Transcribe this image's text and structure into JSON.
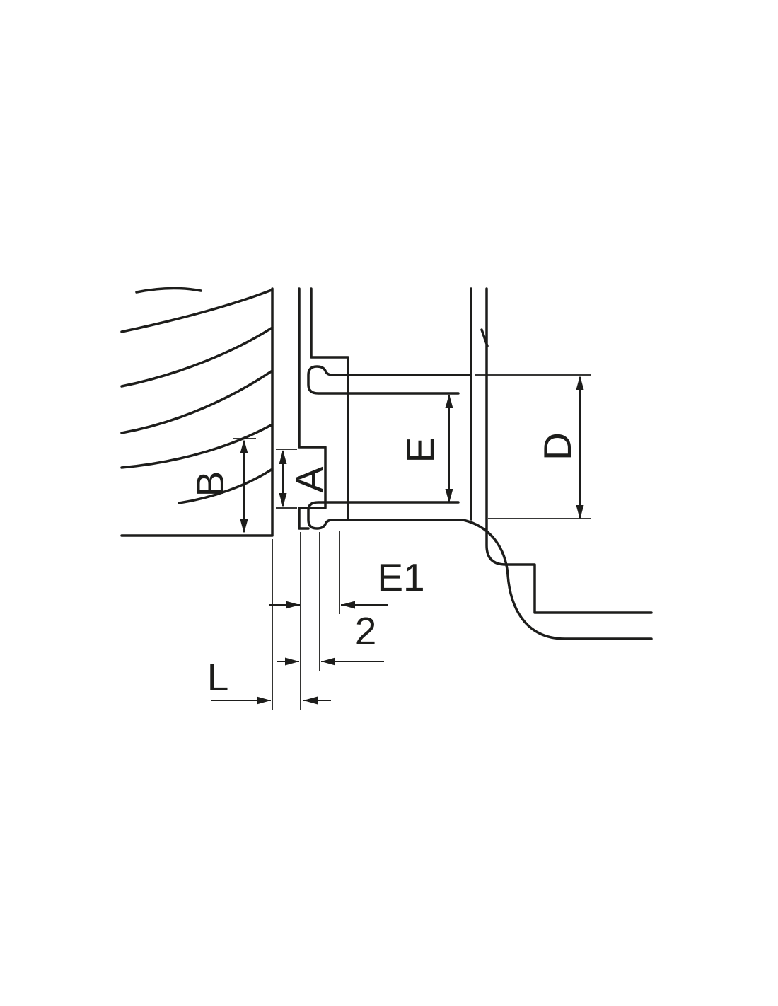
{
  "drawing": {
    "background": "#ffffff",
    "line_color": "#1d1d1b",
    "labels": {
      "b": "B",
      "a": "A",
      "e": "E",
      "d": "D",
      "e1": "E1",
      "two": "2",
      "l": "L"
    }
  }
}
